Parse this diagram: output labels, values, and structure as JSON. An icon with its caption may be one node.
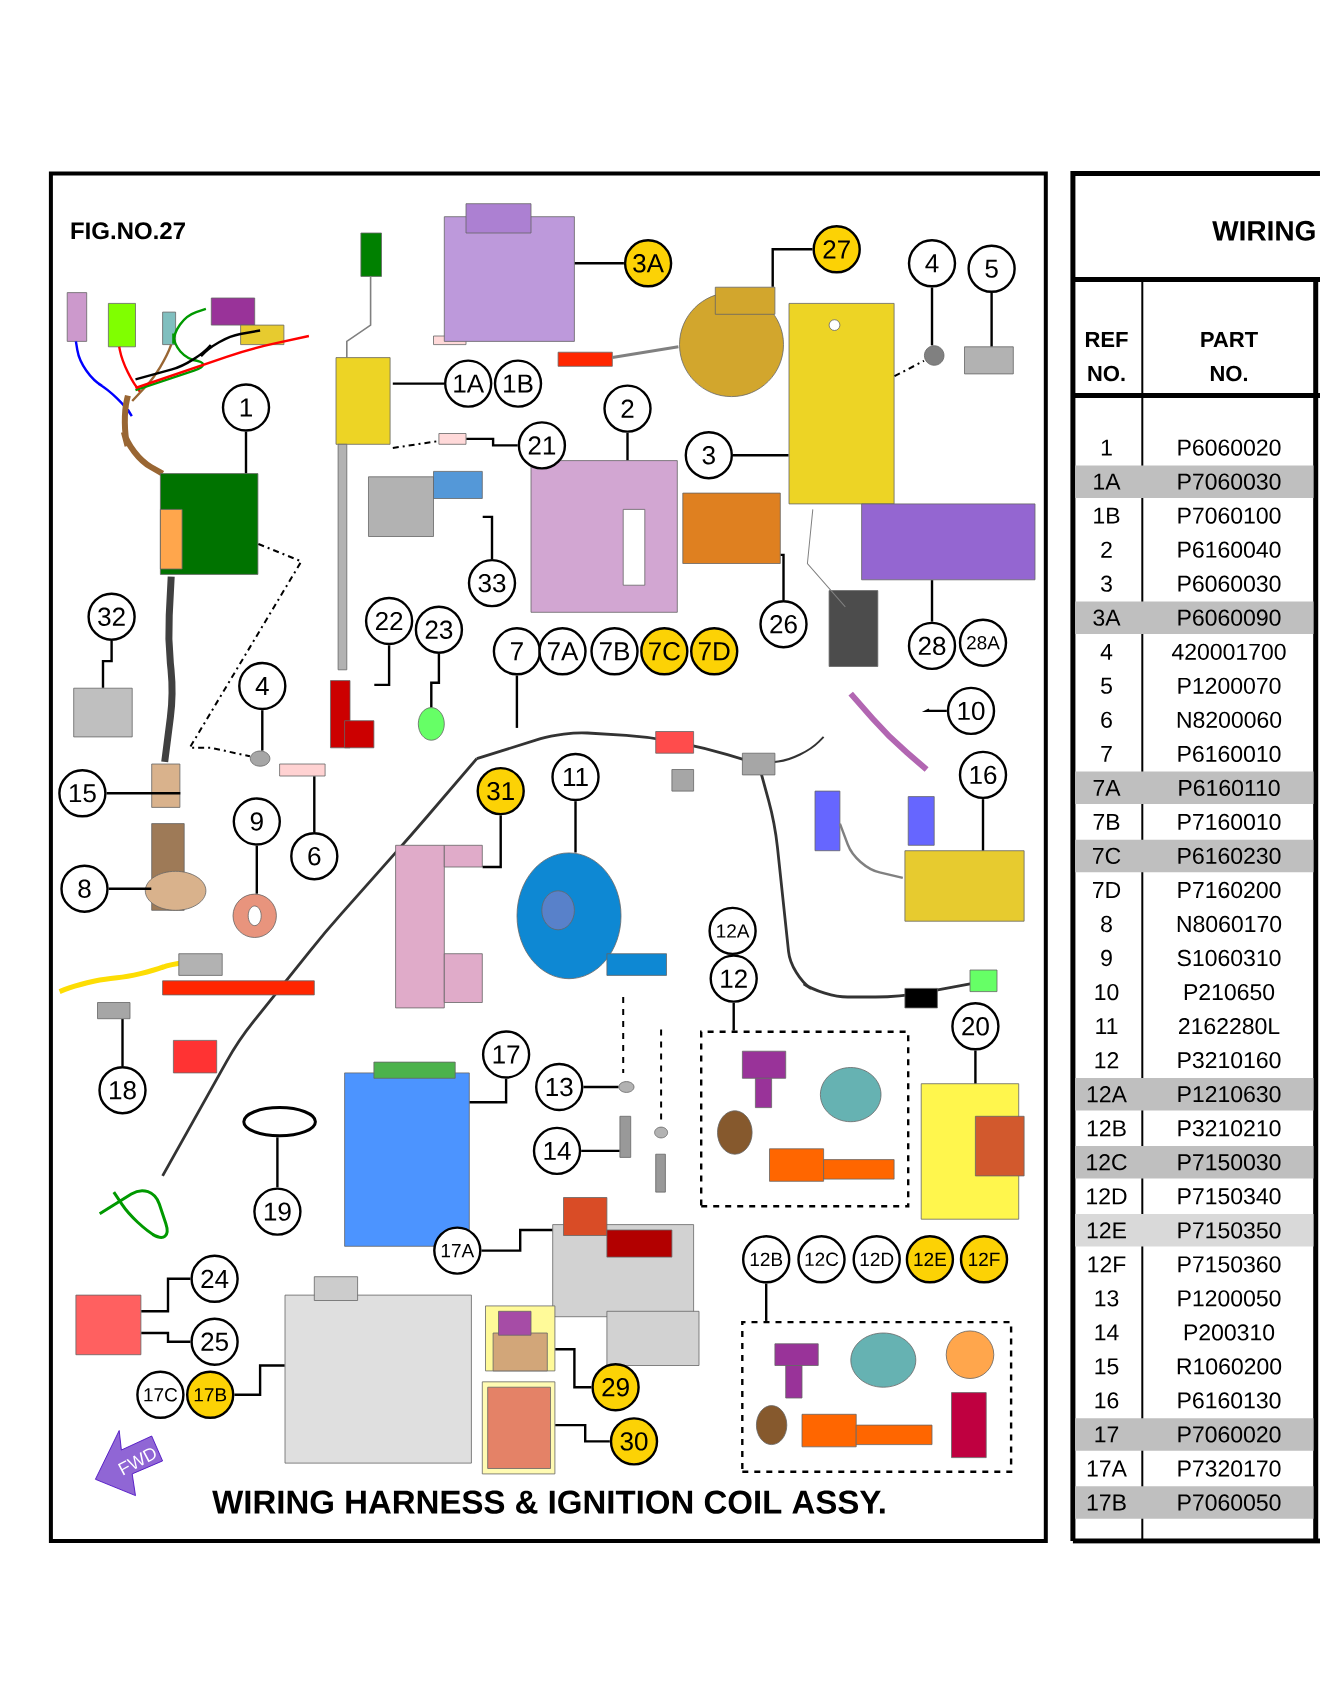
{
  "diagram": {
    "caption": "WIRING HARNESS & IGNITION COIL ASSY.",
    "nodes": [
      {
        "text": [
          "1"
        ]
      },
      {
        "text": [
          "1A"
        ]
      },
      {
        "text": [
          "1B"
        ]
      },
      {
        "text": [
          "21"
        ]
      },
      {
        "text": [
          "3A"
        ]
      },
      {
        "text": [
          "27"
        ]
      },
      {
        "text": [
          "4"
        ]
      },
      {
        "text": [
          "5"
        ]
      },
      {
        "text": [
          "2"
        ]
      },
      {
        "text": [
          "3"
        ]
      },
      {
        "text": [
          "33"
        ]
      },
      {
        "text": [
          "26"
        ]
      },
      {
        "text": [
          "28"
        ]
      },
      {
        "text": [
          "28A"
        ]
      },
      {
        "text": [
          "32"
        ]
      },
      {
        "text": [
          "22"
        ]
      },
      {
        "text": [
          "23"
        ]
      },
      {
        "text": [
          "7"
        ]
      },
      {
        "text": [
          "7A"
        ]
      },
      {
        "text": [
          "7B"
        ]
      },
      {
        "text": [
          "7C"
        ]
      },
      {
        "text": [
          "7D"
        ]
      },
      {
        "text": [
          "4"
        ]
      },
      {
        "text": [
          "10"
        ]
      },
      {
        "text": [
          "15"
        ]
      },
      {
        "text": [
          "31"
        ]
      },
      {
        "text": [
          "11"
        ]
      },
      {
        "text": [
          "16"
        ]
      },
      {
        "text": [
          "9"
        ]
      },
      {
        "text": [
          "6"
        ]
      },
      {
        "text": [
          "8"
        ]
      },
      {
        "text": [
          "12A"
        ]
      },
      {
        "text": [
          "12"
        ]
      },
      {
        "text": [],
        "shape": "box"
      },
      {
        "text": [
          "20"
        ]
      },
      {
        "text": [
          "17"
        ]
      },
      {
        "text": [
          "13"
        ]
      },
      {
        "text": [
          "18"
        ]
      },
      {
        "text": [
          "14"
        ]
      },
      {
        "text": [
          "19"
        ]
      },
      {
        "text": [
          "17A"
        ]
      },
      {
        "text": [
          "12B"
        ]
      },
      {
        "text": [
          "12C"
        ]
      },
      {
        "text": [
          "12D"
        ]
      },
      {
        "text": [
          "12E"
        ]
      },
      {
        "text": [
          "12F"
        ]
      },
      {
        "text": [],
        "shape": "box"
      },
      {
        "text": [
          "24"
        ]
      },
      {
        "text": [
          "25"
        ]
      },
      {
        "text": [
          "17C"
        ]
      },
      {
        "text": [
          "17B"
        ]
      },
      {
        "text": [
          "29"
        ]
      },
      {
        "text": [
          "30"
        ]
      },
      {
        "text": [],
        "shape": "box"
      },
      {
        "text": [],
        "shape": "box"
      },
      {
        "text": [],
        "shape": "box"
      },
      {
        "text": [],
        "shape": "box"
      },
      {
        "text": [],
        "shape": "circle"
      },
      {
        "text": [],
        "shape": "circle"
      },
      {
        "text": [],
        "shape": "box"
      },
      {
        "text": [],
        "shape": "box"
      },
      {
        "text": [],
        "shape": "box"
      },
      {
        "text": [],
        "shape": "box"
      },
      {
        "text": [],
        "shape": "box"
      },
      {
        "text": [],
        "shape": "box"
      },
      {
        "text": [],
        "shape": "box"
      },
      {
        "text": [],
        "shape": "box"
      },
      {
        "text": [],
        "shape": "circle"
      },
      {
        "text": [],
        "shape": "box"
      },
      {
        "text": [],
        "shape": "circle"
      },
      {
        "text": [],
        "shape": "box"
      },
      {
        "text": [],
        "shape": "box"
      },
      {
        "text": [],
        "shape": "box"
      },
      {
        "text": [],
        "shape": "circle"
      },
      {
        "text": [],
        "shape": "box"
      },
      {
        "text": [],
        "shape": "circle"
      },
      {
        "text": [],
        "shape": "box"
      },
      {
        "text": [],
        "shape": "box"
      },
      {
        "text": [],
        "shape": "box"
      },
      {
        "text": [],
        "shape": "box"
      },
      {
        "text": [],
        "shape": "circle"
      },
      {
        "text": [],
        "shape": "box"
      },
      {
        "text": [],
        "shape": "box"
      },
      {
        "text": [],
        "shape": "circle"
      },
      {
        "text": [],
        "shape": "box"
      },
      {
        "text": [],
        "shape": "box"
      },
      {
        "text": [],
        "shape": "box"
      },
      {
        "text": [],
        "shape": "box"
      },
      {
        "text": [],
        "shape": "box"
      }
    ],
    "edges": [
      {
        "from": 0,
        "to": 53,
        "arrow": "none"
      },
      {
        "from": 1,
        "to": 54,
        "arrow": "none"
      },
      {
        "from": 3,
        "to": 55,
        "arrow": "none"
      },
      {
        "from": 4,
        "to": 56,
        "arrow": "none"
      },
      {
        "from": 5,
        "to": 57,
        "arrow": "none"
      },
      {
        "from": 6,
        "to": 58,
        "arrow": "none"
      },
      {
        "from": 7,
        "to": 59,
        "arrow": "none"
      },
      {
        "from": 8,
        "to": 60,
        "arrow": "none"
      },
      {
        "from": 9,
        "to": 61,
        "arrow": "none"
      },
      {
        "from": 10,
        "to": 62,
        "arrow": "none"
      },
      {
        "from": 11,
        "to": 63,
        "arrow": "none"
      },
      {
        "from": 12,
        "to": 64,
        "arrow": "none"
      },
      {
        "from": 14,
        "to": 65,
        "arrow": "none"
      },
      {
        "from": 15,
        "to": 66,
        "arrow": "none"
      },
      {
        "from": 16,
        "to": 67,
        "arrow": "none"
      },
      {
        "from": 17,
        "to": 68,
        "arrow": "none"
      },
      {
        "from": 22,
        "to": 69,
        "arrow": "none"
      },
      {
        "from": 23,
        "to": 70,
        "arrow": "none"
      },
      {
        "from": 24,
        "to": 71,
        "arrow": "none"
      },
      {
        "from": 25,
        "to": 72,
        "arrow": "none"
      },
      {
        "from": 26,
        "to": 73,
        "arrow": "none"
      },
      {
        "from": 27,
        "to": 74,
        "arrow": "none"
      },
      {
        "from": 28,
        "to": 75,
        "arrow": "none"
      },
      {
        "from": 29,
        "to": 76,
        "arrow": "none"
      },
      {
        "from": 30,
        "to": 77,
        "arrow": "none"
      },
      {
        "from": 32,
        "to": 33,
        "arrow": "none"
      },
      {
        "from": 34,
        "to": 78,
        "arrow": "none"
      },
      {
        "from": 35,
        "to": 79,
        "arrow": "none"
      },
      {
        "from": 36,
        "to": 80,
        "arrow": "none"
      },
      {
        "from": 37,
        "to": 81,
        "arrow": "none"
      },
      {
        "from": 38,
        "to": 82,
        "arrow": "none"
      },
      {
        "from": 39,
        "to": 83,
        "arrow": "none"
      },
      {
        "from": 40,
        "to": 84,
        "arrow": "none"
      },
      {
        "from": 41,
        "to": 46,
        "arrow": "none"
      },
      {
        "from": 47,
        "to": 85,
        "arrow": "none"
      },
      {
        "from": 48,
        "to": 85,
        "arrow": "none"
      },
      {
        "from": 50,
        "to": 86,
        "arrow": "none"
      },
      {
        "from": 51,
        "to": 87,
        "arrow": "none"
      },
      {
        "from": 52,
        "to": 88,
        "arrow": "none"
      },
      {
        "from": 53,
        "to": 69,
        "arrow": "none",
        "style": "dashed"
      },
      {
        "from": 54,
        "to": 55,
        "arrow": "none",
        "style": "dashed"
      },
      {
        "from": 61,
        "to": 58,
        "arrow": "none",
        "style": "dashed"
      }
    ],
    "labels": [
      "FIG.NO.27",
      "FWD",
      "WIRING",
      "REF NO.",
      "PART NO.",
      "1",
      "P6060020",
      "1A",
      "P7060030",
      "1B",
      "P7060100",
      "2",
      "P6160040",
      "3",
      "P6060030",
      "3A",
      "P6060090",
      "4",
      "420001700",
      "5",
      "P1200070",
      "6",
      "N8200060",
      "7",
      "P6160010",
      "7A",
      "P6160110",
      "7B",
      "P7160010",
      "7C",
      "P6160230",
      "7D",
      "P7160200",
      "8",
      "N8060170",
      "9",
      "S1060310",
      "10",
      "P210650",
      "11",
      "2162280L",
      "12",
      "P3210160",
      "12A",
      "P1210630",
      "12B",
      "P3210210",
      "12C",
      "P7150030",
      "12D",
      "P7150340",
      "12E",
      "P7150350",
      "12F",
      "P7150360",
      "13",
      "P1200050",
      "14",
      "P200310",
      "15",
      "R1060200",
      "16",
      "P6160130",
      "17",
      "P7060020",
      "17A",
      "P7320170",
      "17B",
      "P7060050"
    ]
  }
}
